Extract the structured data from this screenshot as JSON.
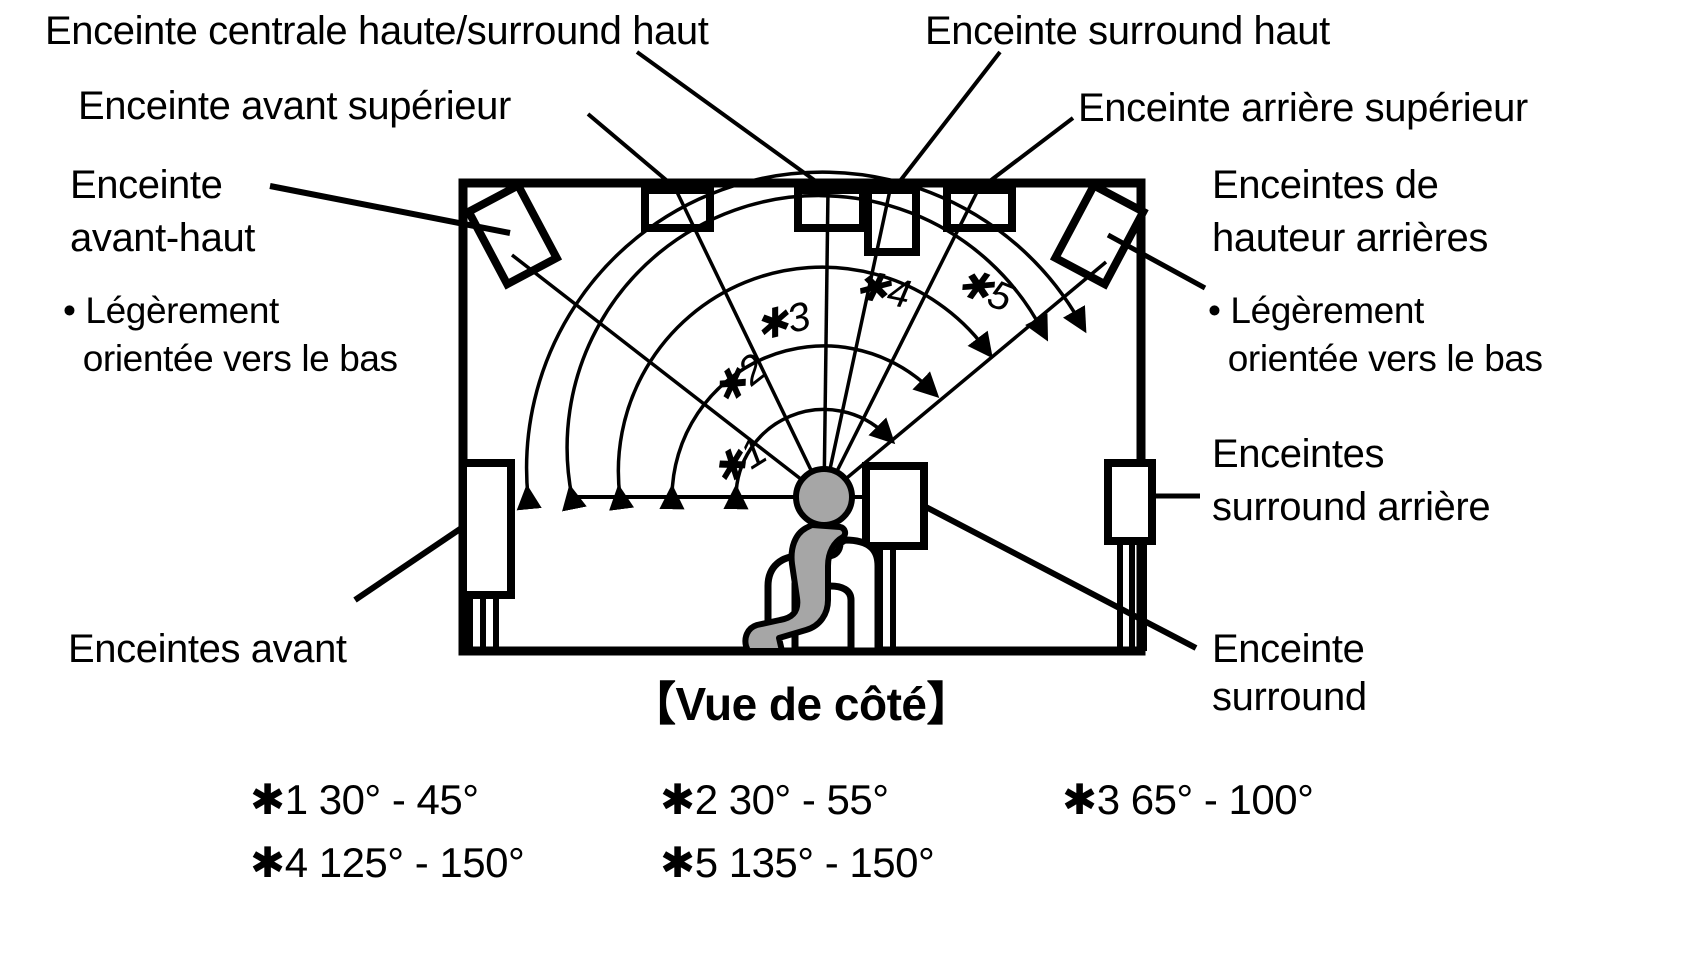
{
  "diagram": {
    "caption": "【Vue de côté】",
    "view_type": "side-view",
    "colors": {
      "stroke": "#000000",
      "background": "#ffffff",
      "person_fill": "#a6a6a6",
      "speaker_fill": "#ffffff"
    }
  },
  "labels": {
    "top_center": "Enceinte centrale haute/surround haut",
    "top_right": "Enceinte surround haut",
    "front_upper": "Enceinte avant supérieur",
    "rear_upper": "Enceinte arrière supérieur",
    "front_high_line1": "Enceinte",
    "front_high_line2": "avant-haut",
    "front_high_note_line1": "• Légèrement",
    "front_high_note_line2": "  orientée vers le bas",
    "rear_height_line1": "Enceintes de",
    "rear_height_line2": "hauteur arrières",
    "rear_height_note_line1": "• Légèrement",
    "rear_height_note_line2": "  orientée vers le bas",
    "surround_back_line1": "Enceintes",
    "surround_back_line2": "surround arrière",
    "front_speakers": "Enceintes avant",
    "surround_line1": "Enceinte",
    "surround_line2": "surround"
  },
  "angle_markers": {
    "m1": "✱1",
    "m2": "✱2",
    "m3": "✱3",
    "m4": "✱4",
    "m5": "✱5"
  },
  "legend": [
    {
      "id": "1",
      "text": "✱1 30° - 45°"
    },
    {
      "id": "2",
      "text": "✱2 30° - 55°"
    },
    {
      "id": "3",
      "text": "✱3 65° - 100°"
    },
    {
      "id": "4",
      "text": "✱4 125° - 150°"
    },
    {
      "id": "5",
      "text": "✱5 135° - 150°"
    }
  ],
  "chart_data": {
    "type": "diagram",
    "title": "【Vue de côté】",
    "description": "Side-view speaker placement diagram showing elevation angles from the listening position",
    "angle_ranges": [
      {
        "marker": "✱1",
        "min_deg": 30,
        "max_deg": 45,
        "label": "✱1 30° - 45°"
      },
      {
        "marker": "✱2",
        "min_deg": 30,
        "max_deg": 55,
        "label": "✱2 30° - 55°"
      },
      {
        "marker": "✱3",
        "min_deg": 65,
        "max_deg": 100,
        "label": "✱3 65° - 100°"
      },
      {
        "marker": "✱4",
        "min_deg": 125,
        "max_deg": 150,
        "label": "✱4 125° - 150°"
      },
      {
        "marker": "✱5",
        "min_deg": 135,
        "max_deg": 150,
        "label": "✱5 135° - 150°"
      }
    ],
    "speakers": [
      "Enceinte avant-haut",
      "Enceinte avant supérieur",
      "Enceinte centrale haute/surround haut",
      "Enceinte surround haut",
      "Enceinte arrière supérieur",
      "Enceintes de hauteur arrières",
      "Enceintes surround arrière",
      "Enceinte surround",
      "Enceintes avant"
    ]
  }
}
